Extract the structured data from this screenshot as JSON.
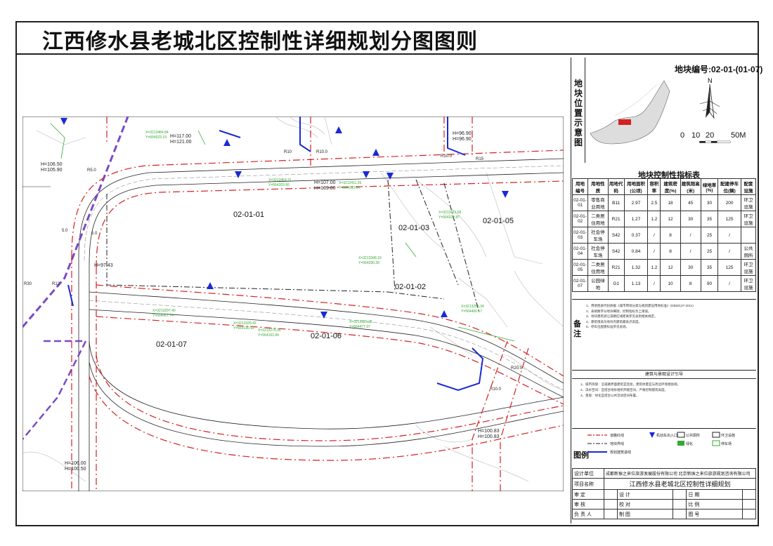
{
  "title": "江西修水县老城北区控制性详细规划分图图则",
  "plot_number": "地块编号:02-01-(01-07)",
  "location_label": [
    "地",
    "块",
    "位",
    "置",
    "示",
    "意",
    "图"
  ],
  "north": "N",
  "scale": {
    "labels": [
      "0",
      "10",
      "20",
      "50M"
    ]
  },
  "index_table": {
    "title": "地块控制性指标表",
    "headers": [
      "用地编号",
      "用地性质",
      "用地代码",
      "用地面积(公顷)",
      "容积率",
      "建筑密度(%)",
      "建筑限高(米)",
      "绿地率(%)",
      "配建停车位(辆)",
      "配套设施"
    ],
    "rows": [
      [
        "02-01-01",
        "零售商业用地",
        "B11",
        "2.97",
        "2.5",
        "18",
        "45",
        "30",
        "200",
        "环卫设施"
      ],
      [
        "02-01-02",
        "二类居住用地",
        "R21",
        "1.27",
        "1.2",
        "12",
        "30",
        "35",
        "125",
        "环卫设施"
      ],
      [
        "02-01-03",
        "社会停车场",
        "S42",
        "0.37",
        "/",
        "8",
        "/",
        "25",
        "/",
        ""
      ],
      [
        "02-01-04",
        "社会停车场",
        "S42",
        "0.84",
        "/",
        "8",
        "/",
        "25",
        "/",
        "公共厕所"
      ],
      [
        "02-01-05",
        "二类居住用地",
        "R21",
        "1.32",
        "1.2",
        "12",
        "30",
        "35",
        "125",
        "环卫设施"
      ],
      [
        "02-01-07",
        "公园绿地",
        "G1",
        "1.13",
        "/",
        "10",
        "8",
        "90",
        "/",
        "环卫设施"
      ]
    ]
  },
  "notes_label": "备注",
  "notes": [
    "1、用地性质代码依据《城市用地分类与规划建设用地标准》(GB50137-2011)",
    "2、表格数字分地块细则，控制指标为上限值。",
    "3、地块建筑退让道路红线距离参见总则相关规定。",
    "4、建筑限高为地块内建筑最高点高度。",
    "5、停车位配建标准参见总则。"
  ],
  "guide_title": "建筑与景观设计引导",
  "guide_text": [
    "1、城市风貌：沿道路界面建筑宜连续，建筑体量宜与周边环境相协调。",
    "2、滨水空间：宜结合地形组织开敞空间，严格控制建筑高度。",
    "3、景观：绿化宜结合公共活动空间布置。"
  ],
  "legend_label": "图例",
  "legend_items": [
    "道路红线",
    "地块界线",
    "规划建筑退线",
    "机动车出入口",
    "公共厕所",
    "环卫设施",
    "绿化",
    "停车场"
  ],
  "title_block": {
    "design_unit_label": "设计单位",
    "design_unit": "成都新振之来位旅游发展股份有限公司  北京新振之来位旅游规划咨询有限公司",
    "project_label": "项目名称",
    "project": "江西修水县老城北区控制性详细规划",
    "rows": [
      [
        "审 定",
        "",
        "设 计",
        "",
        "日 期",
        ""
      ],
      [
        "审 核",
        "",
        "校 对",
        "",
        "比 例",
        ""
      ],
      [
        "负 责 人",
        "",
        "制 图",
        "",
        "图 号",
        ""
      ]
    ]
  },
  "map": {
    "plots": [
      "02-01-01",
      "02-01-02",
      "02-01-03",
      "02-01-05",
      "02-01-06",
      "02-01-07"
    ],
    "road_labels": [
      "R15",
      "R10",
      "R10.0",
      "R5.0",
      "R12",
      "R20.0",
      "R10.0",
      "R30",
      "R10.0",
      "5.0",
      "5.0"
    ],
    "elevations": [
      "H=117.00",
      "H=121.00",
      "H=107.00",
      "H=109.00",
      "H=96.90",
      "H=96.90",
      "H=106.50",
      "H=105.90",
      "H=97.43",
      "H=100.83",
      "H=100.83",
      "H=106.00",
      "H=100.50"
    ],
    "coords": [
      "X=3213484.84",
      "Y=564023.19",
      "X=3213464.31",
      "Y=564203.66",
      "X=3213411.26",
      "Y=564293.04",
      "X=3213411.58",
      "Y=564322.87",
      "X=3213348.19",
      "Y=564290.39",
      "X=3213328.42",
      "Y=564130.92",
      "X=3213276.06",
      "Y=564162.84",
      "X=3213297.40",
      "Y=564067.74",
      "X=3213329.28",
      "Y=564477.07",
      "X=3213255.34",
      "Y=564400.17"
    ]
  },
  "colors": {
    "road_red": "#d42020",
    "green": "#3a3",
    "blue": "#1a2ad4",
    "purple": "#7a4ac8"
  }
}
